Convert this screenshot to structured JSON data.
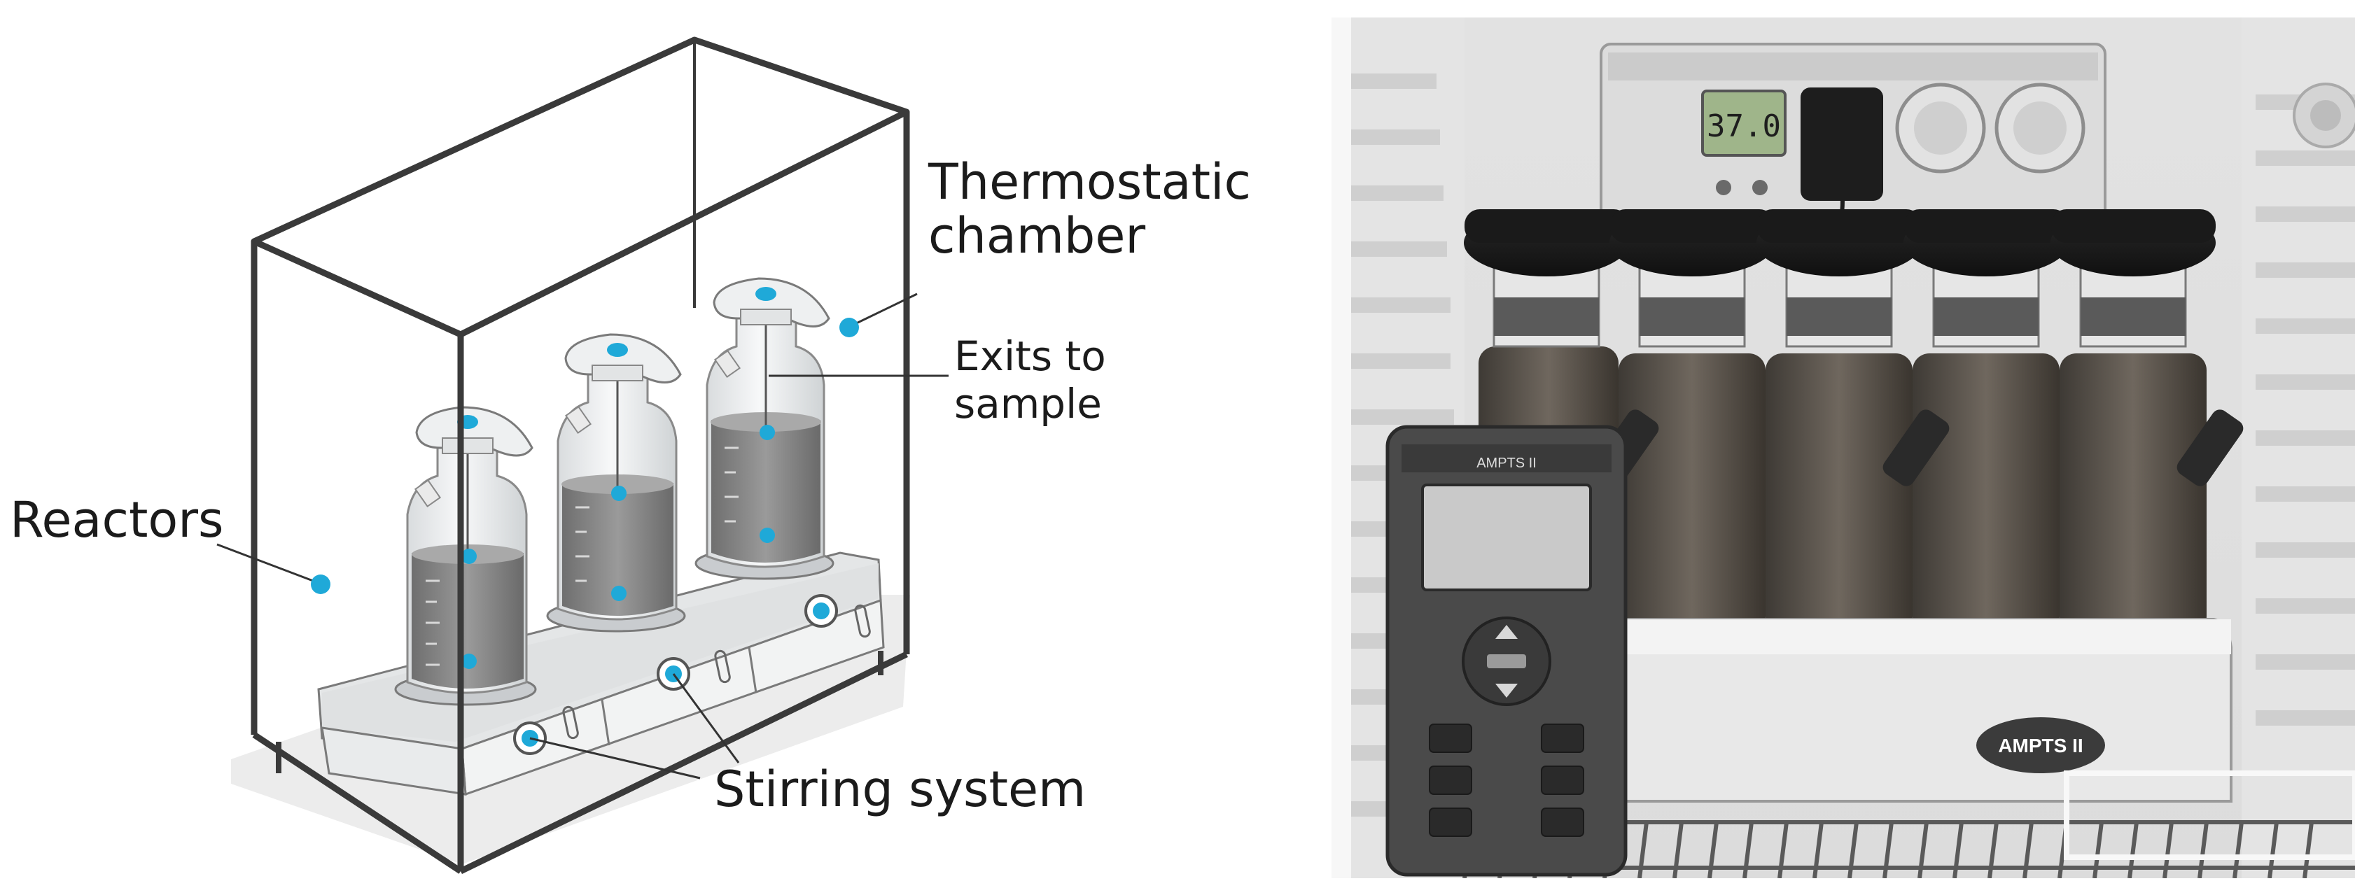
{
  "diagram": {
    "labels": {
      "thermostatic_chamber": [
        "Thermostatic",
        "chamber"
      ],
      "exits_to_sample": [
        "Exits to",
        "sample"
      ],
      "reactors": "Reactors",
      "stirring_system": "Stirring system"
    },
    "marker_color": "#1fa9d8",
    "glass_color": "#eef0f1",
    "liquid_color": "#8b8b8b",
    "frame_color": "#3a3a3a"
  },
  "photo": {
    "display_reading": "37.0",
    "base_badge": "AMPTS II",
    "controller_label": "AMPTS II",
    "style": "grayscale"
  }
}
